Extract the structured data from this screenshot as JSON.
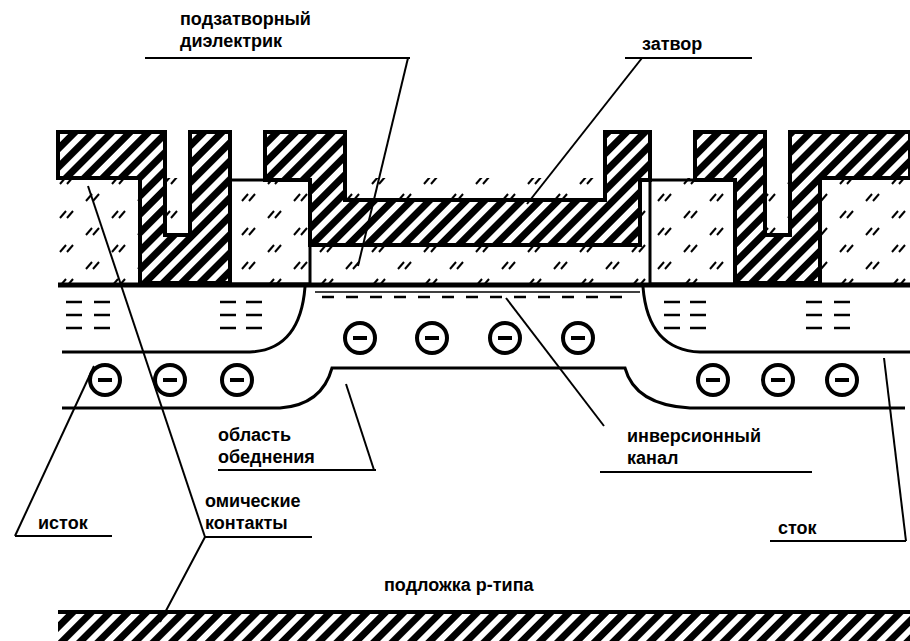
{
  "diagram": {
    "labels": [
      "подзатворный диэлектрик",
      "затвор",
      "область обеднения",
      "инверсионный канал",
      "исток",
      "омические контакты",
      "сток",
      "подложка р-типа"
    ]
  }
}
